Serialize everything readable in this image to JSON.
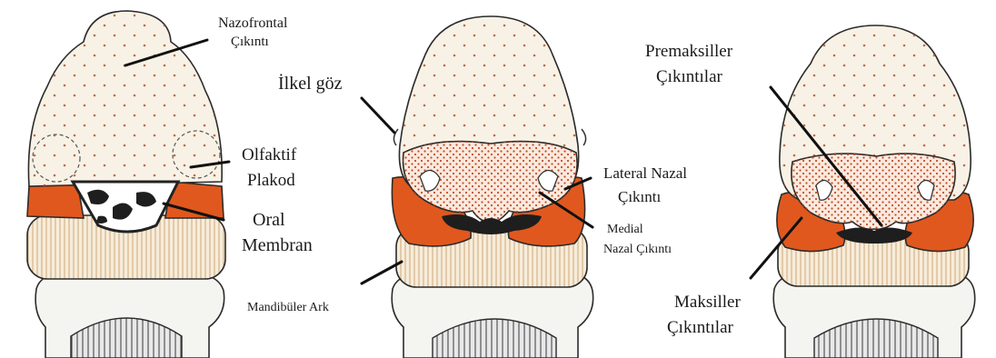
{
  "labels": {
    "nazofrontal_line1": "Nazofrontal",
    "nazofrontal_line2": "Çıkıntı",
    "ilkel_goz": "İlkel göz",
    "premaksiller_line1": "Premaksiller",
    "premaksiller_line2": "Çıkıntılar",
    "olfaktif_line1": "Olfaktif",
    "olfaktif_line2": "Plakod",
    "oral_line1": "Oral",
    "oral_line2": "Membran",
    "lateral_nazal_line1": "Lateral Nazal",
    "lateral_nazal_line2": "Çıkıntı",
    "medial_line1": "Medial",
    "medial_line2": "Nazal Çıkıntı",
    "mandibuler_ark": "Mandibüler Ark",
    "maksiller_line1": "Maksiller",
    "maksiller_line2": "Çıkıntılar"
  },
  "colors": {
    "skin": "#f8f2e6",
    "maxillary": "#e0581e",
    "dots": "#b3542c",
    "stripes": "#d7b48a",
    "mouth": "#1e1e1e"
  }
}
